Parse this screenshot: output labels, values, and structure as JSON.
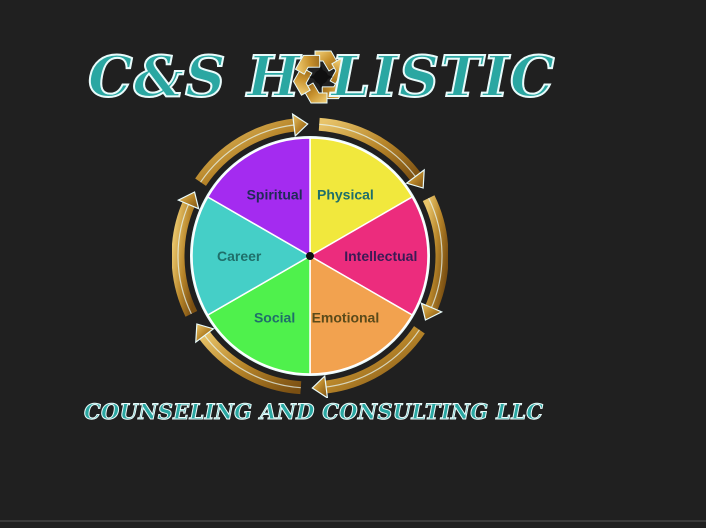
{
  "logo": {
    "title_left": "C&S H",
    "title_right": "LISTIC",
    "subtitle": "COUNSELING AND CONSULTING LLC",
    "text_color": "#2aa7a2",
    "outline_color": "#e9fbfb",
    "mark_icon": "gold-spiral-arrows-icon"
  },
  "wheel": {
    "segments": [
      {
        "label": "Physical",
        "color": "#f1e83d",
        "text_color": "#1f6f6a"
      },
      {
        "label": "Intellectual",
        "color": "#ec2c7d",
        "text_color": "#3a1a55"
      },
      {
        "label": "Emotional",
        "color": "#f2a24f",
        "text_color": "#5a4a1a"
      },
      {
        "label": "Social",
        "color": "#4ff14c",
        "text_color": "#1f6f6a"
      },
      {
        "label": "Career",
        "color": "#45cfc7",
        "text_color": "#1f6f6a"
      },
      {
        "label": "Spiritual",
        "color": "#a42bf0",
        "text_color": "#1f2b55"
      }
    ],
    "ring_color": "#c89b3c",
    "outline_color": "#e9fbfb"
  }
}
